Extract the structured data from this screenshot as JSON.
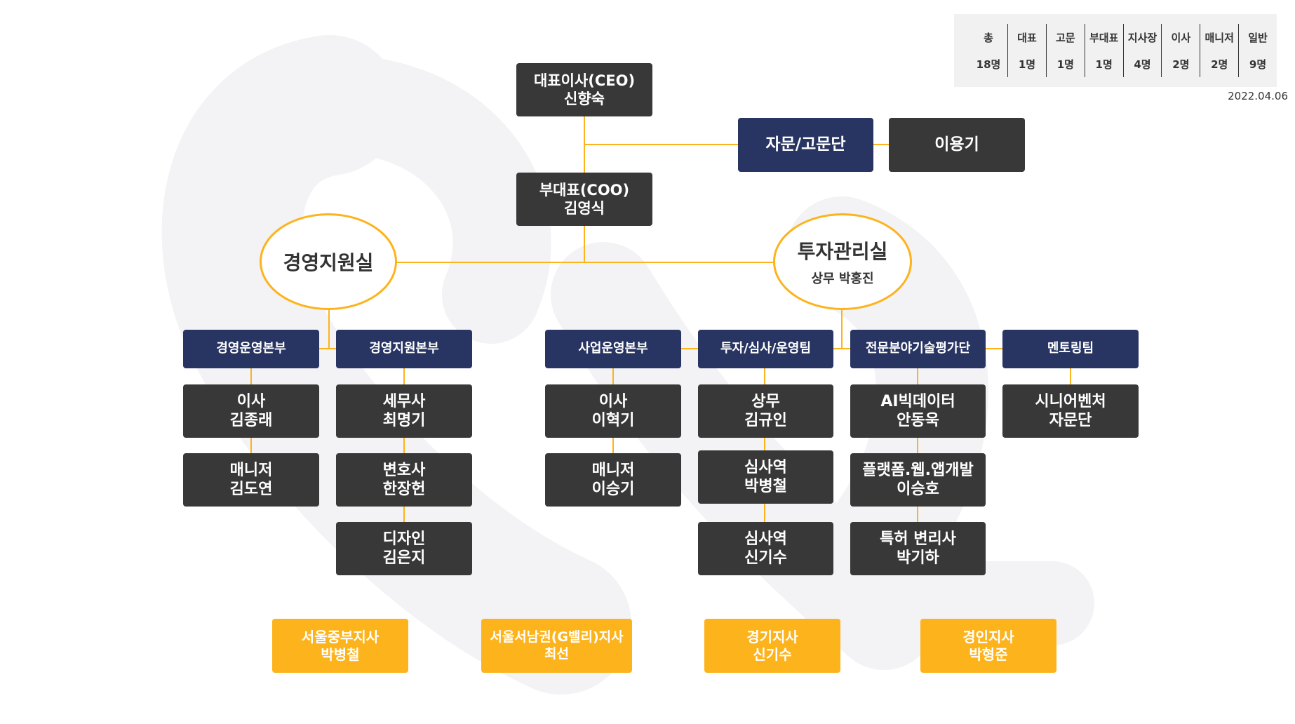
{
  "colors": {
    "dark_box": "#383838",
    "navy_box": "#283462",
    "gold_box": "#FDB31B",
    "connector": "#FDB31B",
    "summary_bg": "#F1F1F1"
  },
  "summary": {
    "headers": [
      "총",
      "대표",
      "고문",
      "부대표",
      "지사장",
      "이사",
      "매니저",
      "일반"
    ],
    "values": [
      "18명",
      "1명",
      "1명",
      "1명",
      "4명",
      "2명",
      "2명",
      "9명"
    ],
    "date": "2022.04.06"
  },
  "ceo": {
    "title": "대표이사(CEO)",
    "name": "신향숙"
  },
  "coo": {
    "title": "부대표(COO)",
    "name": "김영식"
  },
  "advisory": {
    "label": "자문/고문단",
    "member": "이용기"
  },
  "mgmt_office": {
    "title": "경영지원실"
  },
  "invest_office": {
    "title": "투자관리실",
    "head": "상무 박홍진"
  },
  "departments": [
    {
      "label": "경영운영본부",
      "members": [
        {
          "role": "이사",
          "name": "김종래"
        },
        {
          "role": "매니저",
          "name": "김도연"
        }
      ]
    },
    {
      "label": "경영지원본부",
      "members": [
        {
          "role": "세무사",
          "name": "최명기"
        },
        {
          "role": "변호사",
          "name": "한장헌"
        },
        {
          "role": "디자인",
          "name": "김은지"
        }
      ]
    },
    {
      "label": "사업운영본부",
      "members": [
        {
          "role": "이사",
          "name": "이혁기"
        },
        {
          "role": "매니저",
          "name": "이승기"
        }
      ]
    },
    {
      "label": "투자/심사/운영팀",
      "members": [
        {
          "role": "상무",
          "name": "김규인"
        },
        {
          "role": "심사역",
          "name": "박병철"
        },
        {
          "role": "심사역",
          "name": "신기수"
        }
      ]
    },
    {
      "label": "전문분야기술평가단",
      "members": [
        {
          "role": "AI빅데이터",
          "name": "안동욱"
        },
        {
          "role": "플랫폼.웹.앱개발",
          "name": "이승호"
        },
        {
          "role": "특허 변리사",
          "name": "박기하"
        }
      ]
    },
    {
      "label": "멘토링팀",
      "members": [
        {
          "role": "시니어벤처",
          "name": "자문단"
        }
      ]
    }
  ],
  "branches": [
    {
      "label": "서울중부지사",
      "name": "박병철"
    },
    {
      "label": "서울서남권(G밸리)지사",
      "name": "최선"
    },
    {
      "label": "경기지사",
      "name": "신기수"
    },
    {
      "label": "경인지사",
      "name": "박형준"
    }
  ]
}
